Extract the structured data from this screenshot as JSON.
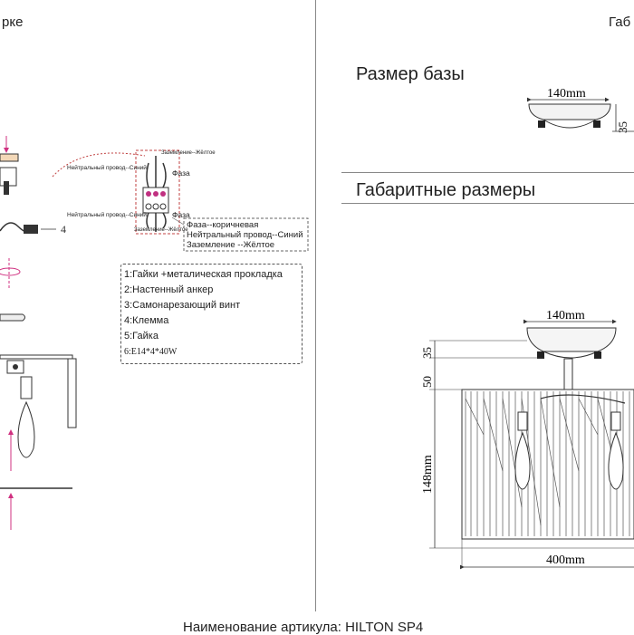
{
  "header": {
    "left_fragment": "рке",
    "right_fragment": "Габ"
  },
  "base_section": {
    "title": "Размер базы",
    "width_dim": "140mm",
    "height_dim": "35"
  },
  "overall_section": {
    "title": "Габаритные размеры",
    "top_width": "140mm",
    "dim_35": "35",
    "dim_50": "50",
    "dim_148": "148mm",
    "dim_400": "400mm"
  },
  "wiring": {
    "neutral_top": "Нейтральный провод--Синий",
    "neutral_mid": "Нейтральный провод--Синий",
    "phase_top": "Фаза",
    "phase_mid": "Фаза",
    "ground_top": "Заземление--Жёлтое",
    "ground_bottom": "Заземление--Жёлтое",
    "callout_4": "4",
    "legend": [
      "Фаза--коричневая",
      "Нейтральный провод--Синий",
      "Заземление --Жёлтое"
    ]
  },
  "parts_list": [
    "1:Гайки +металическая прокладка",
    "2:Настенный анкер",
    "3:Самонарезающий винт",
    "4:Клемма",
    "5:Гайка",
    "6:E14*4*40W"
  ],
  "footer": {
    "article_label": "Наименование артикула: HILTON SP4"
  }
}
